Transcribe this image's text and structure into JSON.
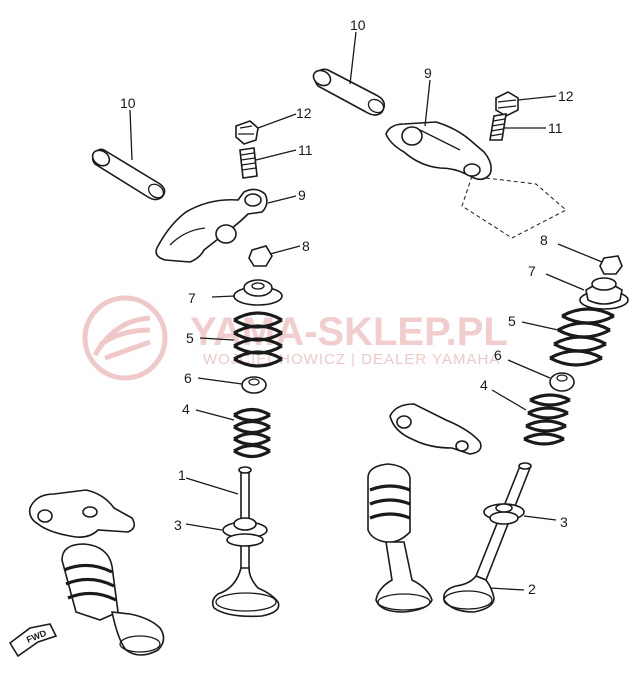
{
  "diagram": {
    "callouts": [
      "10",
      "12",
      "11",
      "9",
      "8",
      "7",
      "5",
      "6",
      "4",
      "1",
      "3",
      "2"
    ],
    "direction_marker": "FWD"
  },
  "watermark": {
    "brand": "YAMA-SKLEP.PL",
    "subtitle": "WOJCIECHOWICZ | DEALER YAMAHA"
  },
  "colors": {
    "line_art": "#1a1a1a",
    "watermark": "#e6a5a5",
    "background": "#ffffff"
  }
}
